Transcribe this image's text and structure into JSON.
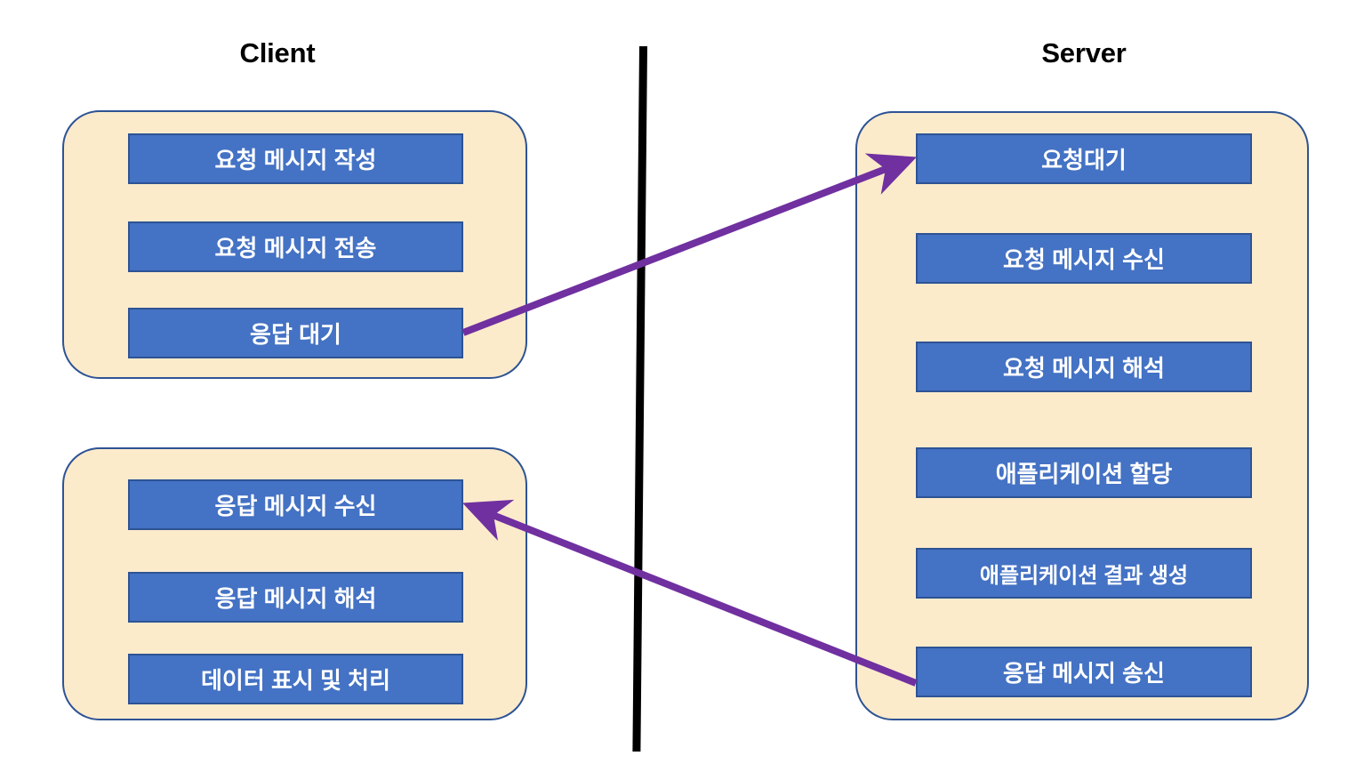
{
  "diagram": {
    "title_client": "Client",
    "title_server": "Server",
    "colors": {
      "step_fill": "#4472C4",
      "step_border": "#2E5395",
      "panel_fill": "#FCEBCB",
      "panel_border": "#2E5395",
      "arrow": "#7030A0",
      "divider": "#000000",
      "step_text": "#FFFFFF",
      "title_text": "#000000"
    },
    "client": {
      "request_group": {
        "steps": [
          {
            "label": "요청 메시지 작성"
          },
          {
            "label": "요청 메시지 전송"
          },
          {
            "label": "응답 대기"
          }
        ]
      },
      "response_group": {
        "steps": [
          {
            "label": "응답 메시지 수신"
          },
          {
            "label": "응답 메시지 해석"
          },
          {
            "label": "데이터 표시 및 처리"
          }
        ]
      }
    },
    "server": {
      "steps": [
        {
          "label": "요청대기"
        },
        {
          "label": "요청 메시지 수신"
        },
        {
          "label": "요청 메시지 해석"
        },
        {
          "label": "애플리케이션 할당"
        },
        {
          "label": "애플리케이션 결과 생성"
        },
        {
          "label": "응답 메시지 송신"
        }
      ]
    },
    "arrows": [
      {
        "name": "request-arrow",
        "from_label": "응답 대기",
        "to_label": "요청대기",
        "direction": "client-to-server"
      },
      {
        "name": "response-arrow",
        "from_label": "응답 메시지 송신",
        "to_label": "응답 메시지 수신",
        "direction": "server-to-client"
      }
    ]
  }
}
